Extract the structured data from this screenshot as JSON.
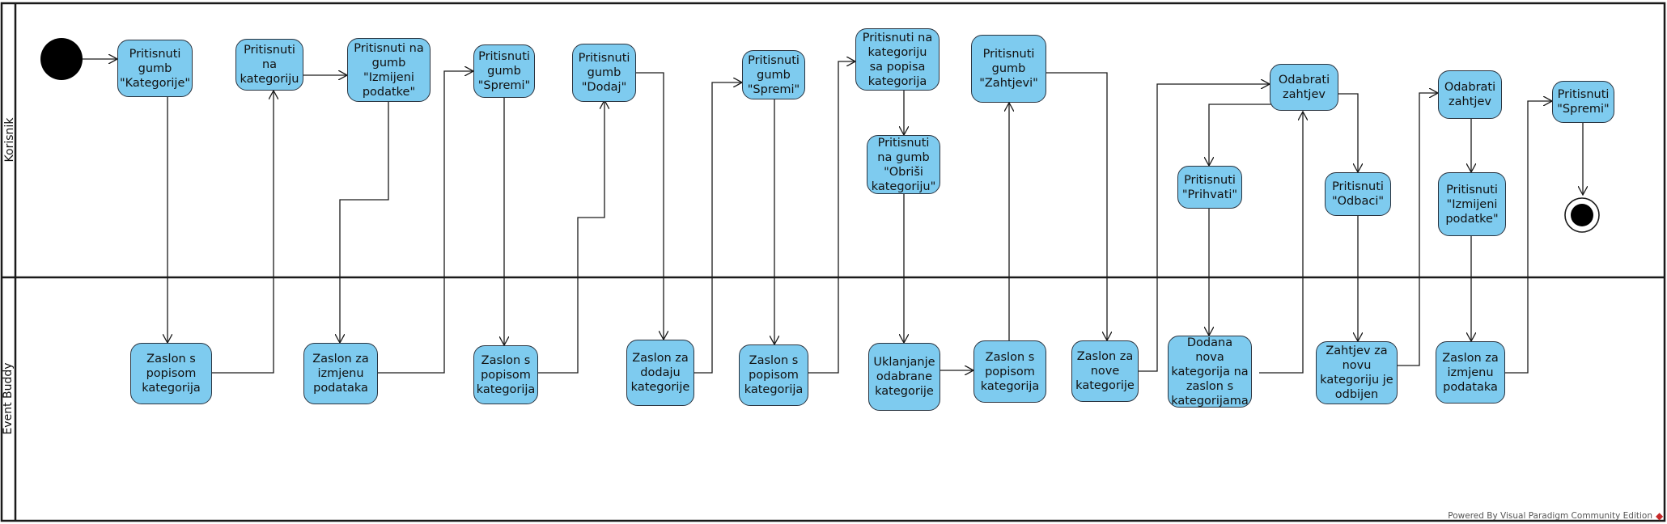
{
  "lanes": {
    "top": "Korisnik",
    "bottom": "Event Buddy"
  },
  "nodes": {
    "n1": "Pritisnuti\ngumb\n\"Kategorije\"",
    "n2": "Pritisnuti\nna\nkategoriju",
    "n3": "Pritisnuti na\ngumb\n\"Izmijeni\npodatke\"",
    "n4": "Pritisnuti\ngumb\n\"Spremi\"",
    "n5": "Pritisnuti\ngumb\n\"Dodaj\"",
    "n6": "Pritisnuti\ngumb\n\"Spremi\"",
    "n7": "Pritisnuti na\nkategoriju\nsa popisa\nkategorija",
    "n8": "Pritisnuti\nna gumb\n\"Obriši\nkategoriju\"",
    "n9": "Pritisnuti\ngumb\n\"Zahtjevi\"",
    "n10": "Odabrati\nzahtjev",
    "n11": "Pritisnuti\n\"Prihvati\"",
    "n12": "Pritisnuti\n\"Odbaci\"",
    "n13": "Odabrati\nzahtjev",
    "n14": "Pritisnuti\n\"Izmijeni\npodatke\"",
    "n15": "Pritisnuti\n\"Spremi\"",
    "b1": "Zaslon s\npopisom\nkategorija",
    "b2": "Zaslon za\nizmjenu\npodataka",
    "b3": "Zaslon s\npopisom\nkategorija",
    "b4": "Zaslon za\ndodaju\nkategorije",
    "b5": "Zaslon s\npopisom\nkategorija",
    "b6": "Uklanjanje\nodabrane\nkategorije",
    "b7": "Zaslon s\npopisom\nkategorija",
    "b8": "Zaslon za\nnove\nkategorije",
    "b9": "Dodana nova\nkategorija na\nzaslon s\nkategorijama",
    "b10": "Zahtjev za\nnovu\nkategoriju je\nodbijen",
    "b11": "Zaslon za\nizmjenu\npodataka"
  },
  "footer": "Powered By Visual Paradigm Community Edition",
  "colors": {
    "node_fill": "#7ecbef",
    "border": "#1a1a1a",
    "start": "#000000"
  },
  "icons": {
    "footer": "visual-paradigm-logo-icon"
  }
}
